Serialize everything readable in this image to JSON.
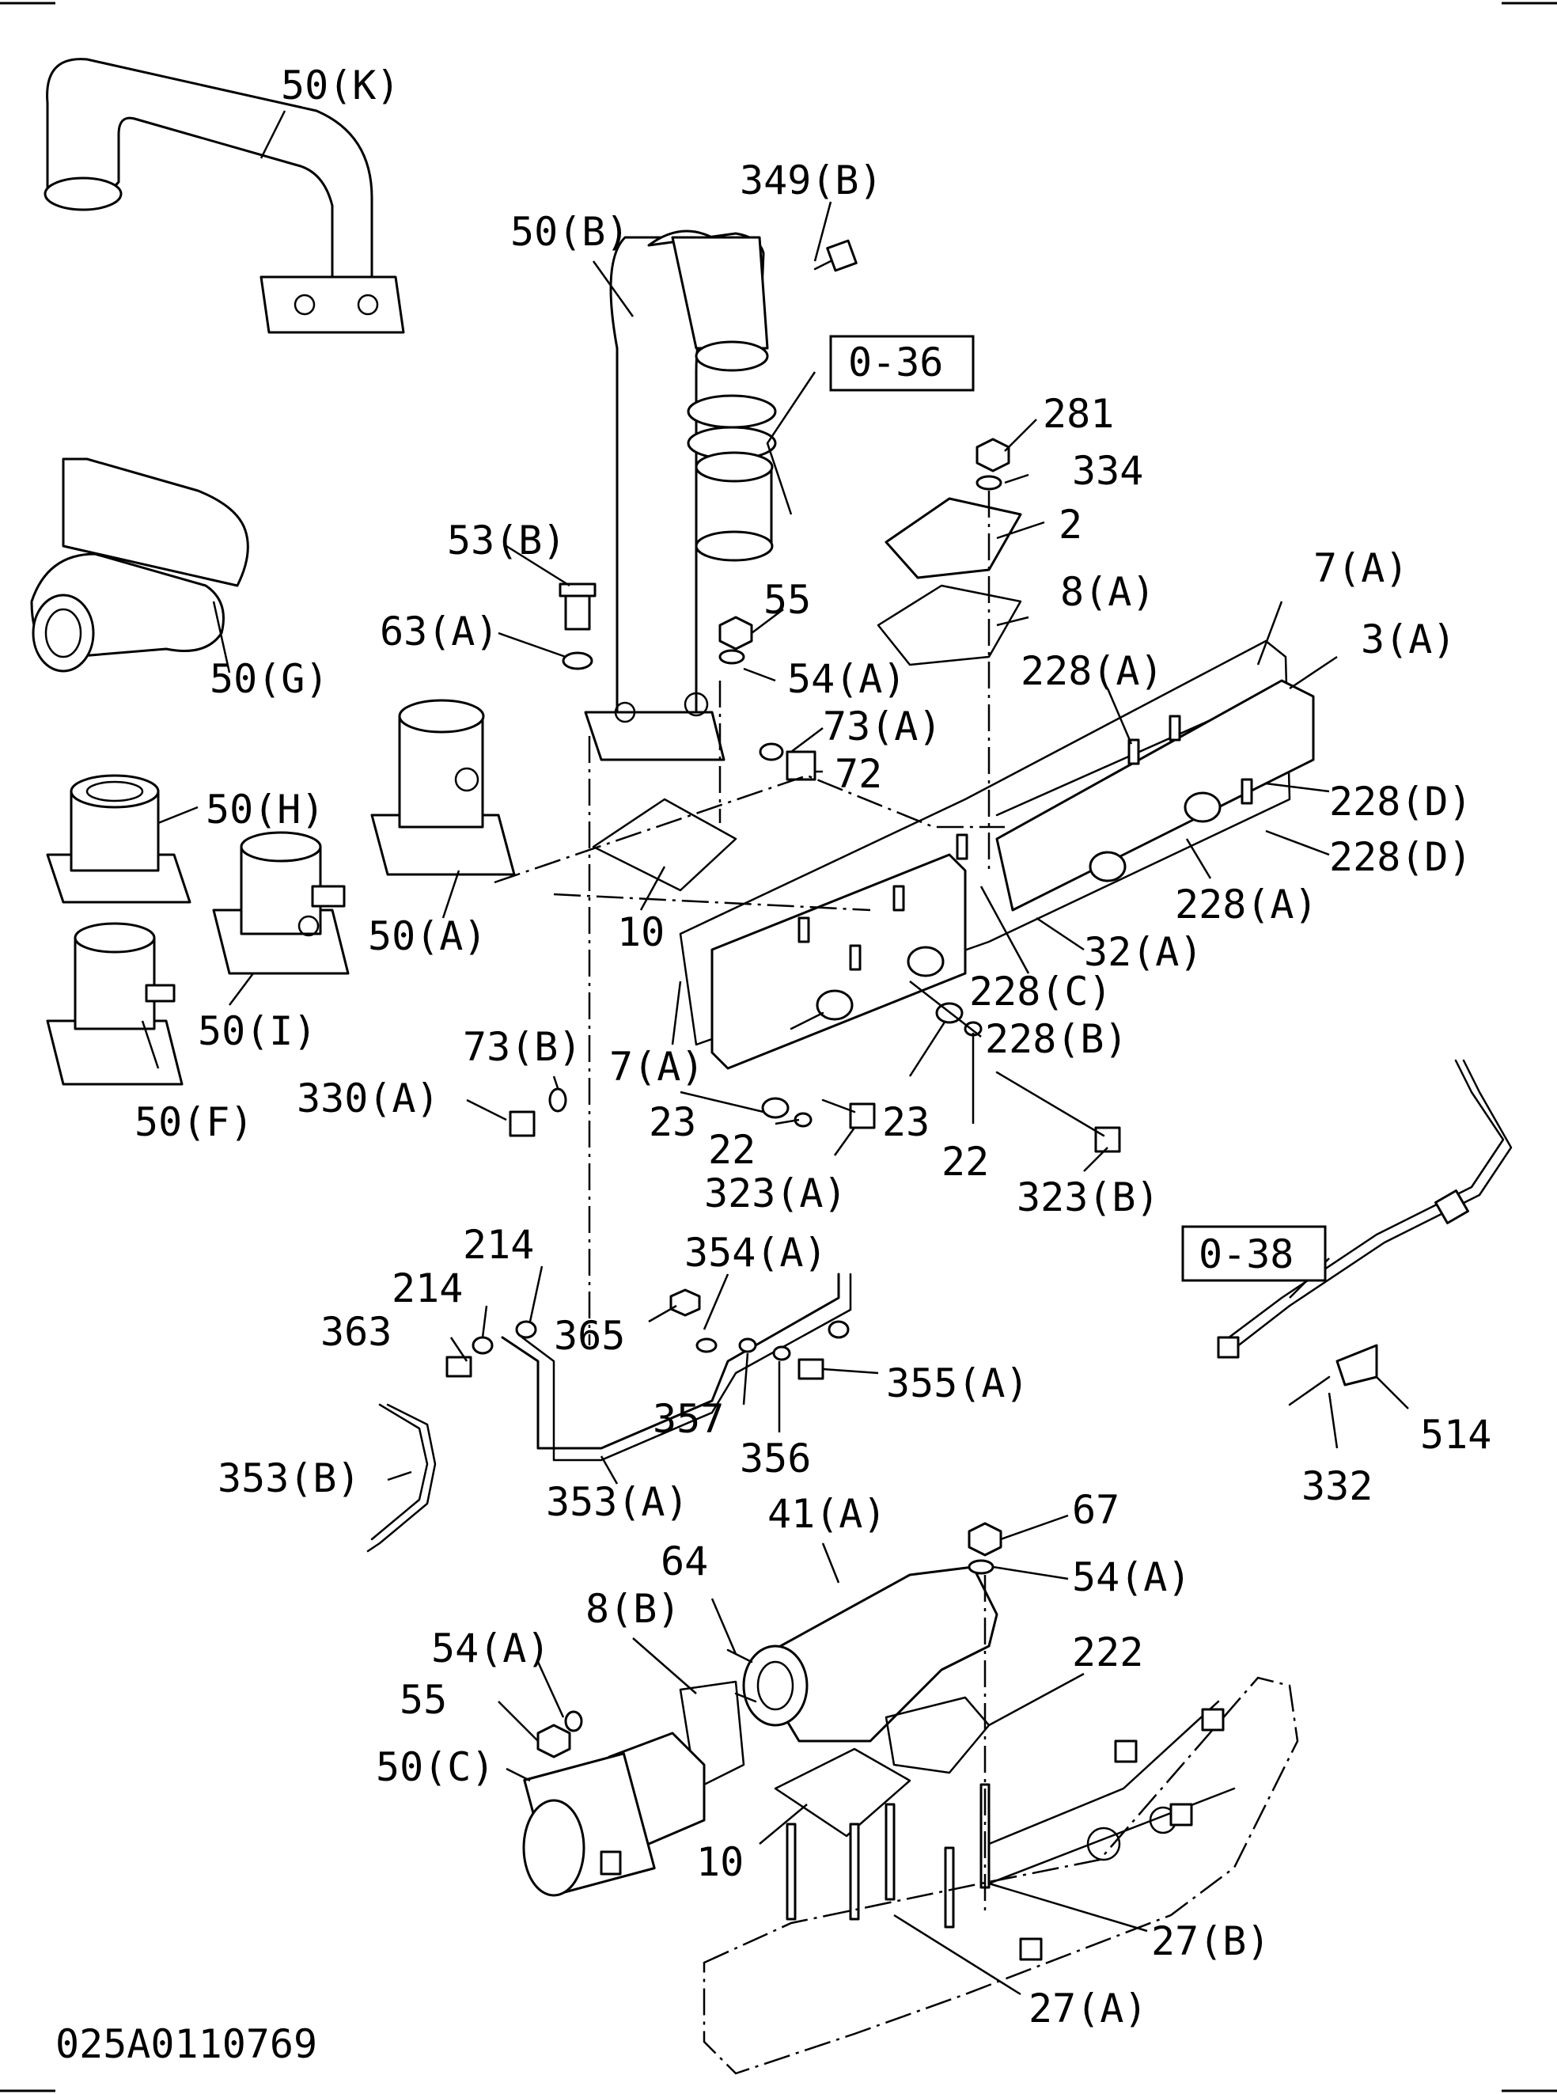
{
  "drawing_number": "025A0110769",
  "callouts": [
    "50(K)",
    "349(B)",
    "50(B)",
    "0-36",
    "281",
    "334",
    "2",
    "53(B)",
    "55",
    "63(A)",
    "54(A)",
    "7(A)",
    "8(A)",
    "3(A)",
    "228(A)",
    "50(G)",
    "73(A)",
    "72",
    "228(D)",
    "228(D)",
    "50(H)",
    "10",
    "50(A)",
    "228(A)",
    "32(A)",
    "50(I)",
    "228(C)",
    "7(A)",
    "228(B)",
    "73(B)",
    "330(A)",
    "50(F)",
    "23",
    "23",
    "22",
    "22",
    "323(A)",
    "323(B)",
    "0-38",
    "214",
    "354(A)",
    "214",
    "363",
    "365",
    "355(A)",
    "357",
    "356",
    "514",
    "353(B)",
    "332",
    "353(A)",
    "41(A)",
    "67",
    "64",
    "54(A)",
    "8(B)",
    "222",
    "54(A)",
    "55",
    "50(C)",
    "10",
    "27(B)",
    "27(A)"
  ],
  "reference_boxes": [
    "0-36",
    "0-38"
  ]
}
